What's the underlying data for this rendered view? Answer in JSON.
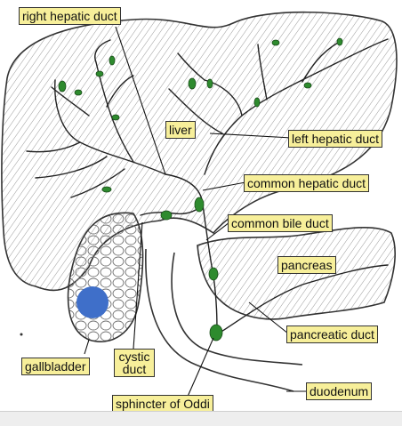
{
  "diagram": {
    "labels": {
      "right_hepatic_duct": "right hepatic duct",
      "liver": "liver",
      "left_hepatic_duct": "left hepatic duct",
      "common_hepatic_duct": "common hepatic duct",
      "common_bile_duct": "common bile duct",
      "pancreas": "pancreas",
      "pancreatic_duct": "pancreatic duct",
      "gallbladder": "gallbladder",
      "cystic_duct_line1": "cystic",
      "cystic_duct_line2": "duct",
      "sphincter_of_oddi": "sphincter of Oddi",
      "duodenum": "duodenum"
    },
    "colors": {
      "label_fill": "#f7ef9a",
      "duct_green": "#2e8b2e",
      "marker_blue": "#3f6fc9",
      "ink": "#222222"
    }
  }
}
